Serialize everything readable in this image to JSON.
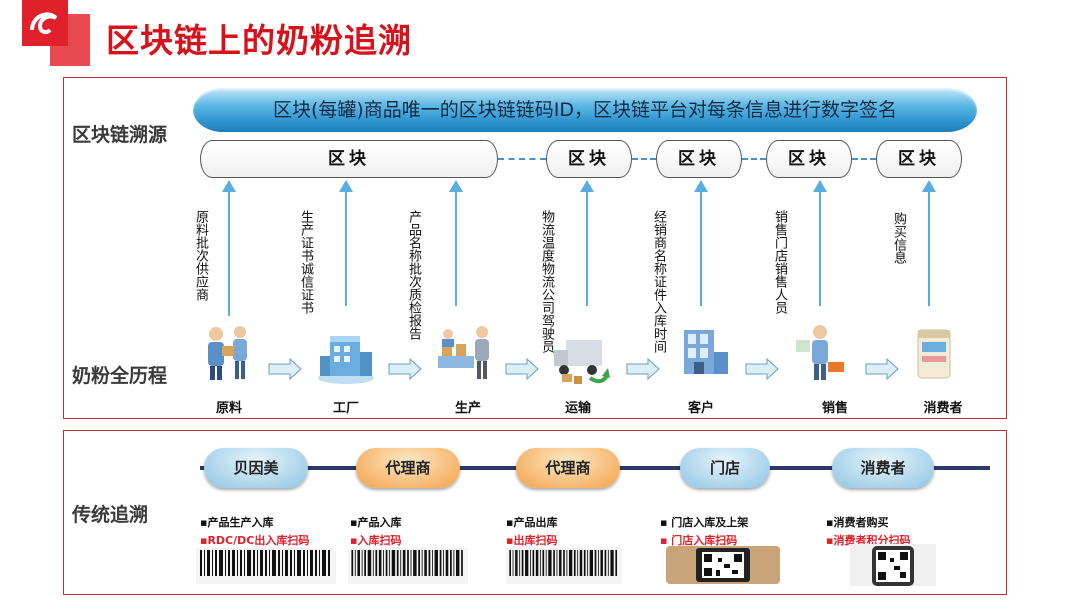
{
  "header": {
    "title": "区块链上的奶粉追溯"
  },
  "sections": {
    "blockchain_label": "区块链溯源",
    "fullprocess_label": "奶粉全历程",
    "traditional_label": "传统追溯"
  },
  "blockchain": {
    "bar_text": "区块(每罐)商品唯一的区块链链码ID，区块链平台对每条信息进行数字签名",
    "blocks": [
      "区块",
      "区块",
      "区块",
      "区块",
      "区块"
    ]
  },
  "records": [
    {
      "text": "原料批次供应商"
    },
    {
      "text": "生产证书诚信证书"
    },
    {
      "text": "产品名称批次质检报告"
    },
    {
      "text": "物流温度物流公司驾驶员"
    },
    {
      "text": "经销商名称证件入库时间"
    },
    {
      "text": "销售门店销售人员"
    },
    {
      "text": "购买信息"
    }
  ],
  "stages": [
    "原料",
    "工厂",
    "生产",
    "运输",
    "客户",
    "销售",
    "消费者"
  ],
  "traditional": [
    {
      "title": "贝因美",
      "item": "▪产品生产入库",
      "scan": "▪RDC/DC出入库扫码"
    },
    {
      "title": "代理商",
      "item": "▪产品入库",
      "scan": "▪入库扫码"
    },
    {
      "title": "代理商",
      "item": "▪产品出库",
      "scan": "▪出库扫码"
    },
    {
      "title": "门店",
      "item": "▪ 门店入库及上架",
      "scan": "▪ 门店入库扫码"
    },
    {
      "title": "消费者",
      "item": "▪消费者购买",
      "scan": "▪消费者积分扫码"
    }
  ],
  "colors": {
    "accent": "#d8111b",
    "frame": "#c8283a",
    "blue": "#2f95cf",
    "scan_red": "#e0202a"
  }
}
